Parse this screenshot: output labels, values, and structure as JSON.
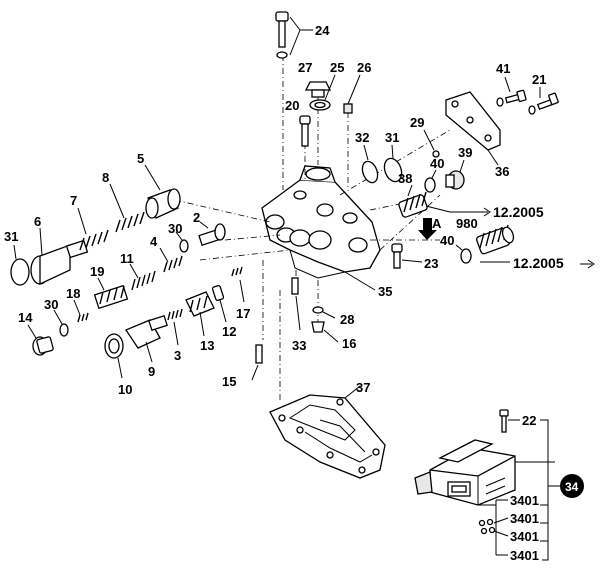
{
  "labels": {
    "p24": "24",
    "p27": "27",
    "p25": "25",
    "p26": "26",
    "p20": "20",
    "p41": "41",
    "p21": "21",
    "p29": "29",
    "p32": "32",
    "p31a": "31",
    "p36": "36",
    "p39": "39",
    "p40a": "40",
    "p38": "38",
    "p5": "5",
    "p8": "8",
    "p7": "7",
    "p6": "6",
    "p31b": "31",
    "p2": "2",
    "p30a": "30",
    "p4": "4",
    "p11": "11",
    "p19": "19",
    "p18": "18",
    "p30b": "30",
    "p14": "14",
    "p980": "980",
    "p40b": "40",
    "p23": "23",
    "p35": "35",
    "p17": "17",
    "p12": "12",
    "p13": "13",
    "p28": "28",
    "p33": "33",
    "p16": "16",
    "p3": "3",
    "p9": "9",
    "p10": "10",
    "p15": "15",
    "p37": "37",
    "p22": "22",
    "p3401a": "3401",
    "p3401b": "3401",
    "p3401c": "3401",
    "p3401d": "3401",
    "pA": "A"
  },
  "dates": {
    "d1": "12.2005",
    "d2": "12.2005"
  },
  "badge": {
    "text": "34",
    "color": "#000000"
  }
}
